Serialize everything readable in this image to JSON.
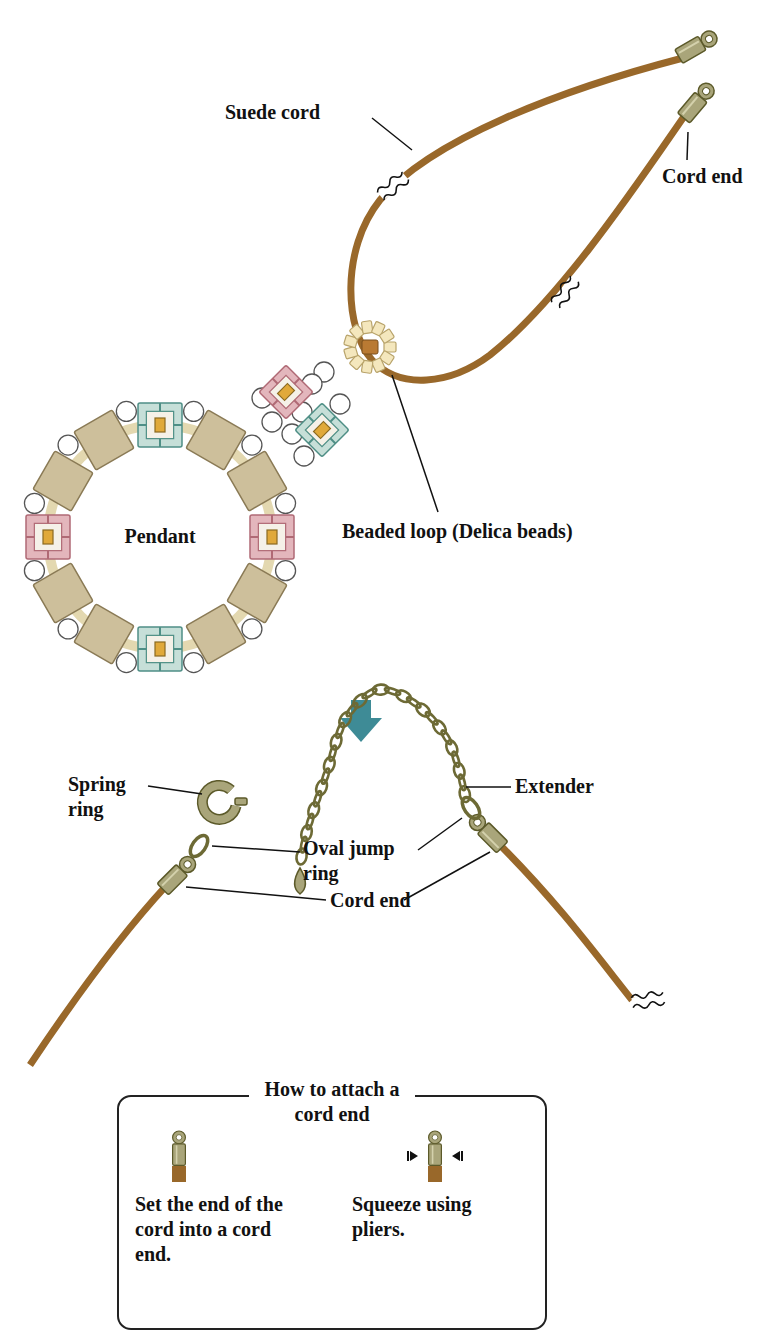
{
  "diagram": {
    "nodes": [
      {
        "text": [
          "How to attach a cord end",
          "Set the end of the cord into a cord end.",
          "Squeeze using pliers."
        ]
      }
    ],
    "labels": [
      "Suede cord",
      "Cord end",
      "Pendant",
      "Beaded loop (Delica beads)",
      "Spring ring",
      "Extender",
      "Oval jump ring",
      "Cord end"
    ]
  }
}
